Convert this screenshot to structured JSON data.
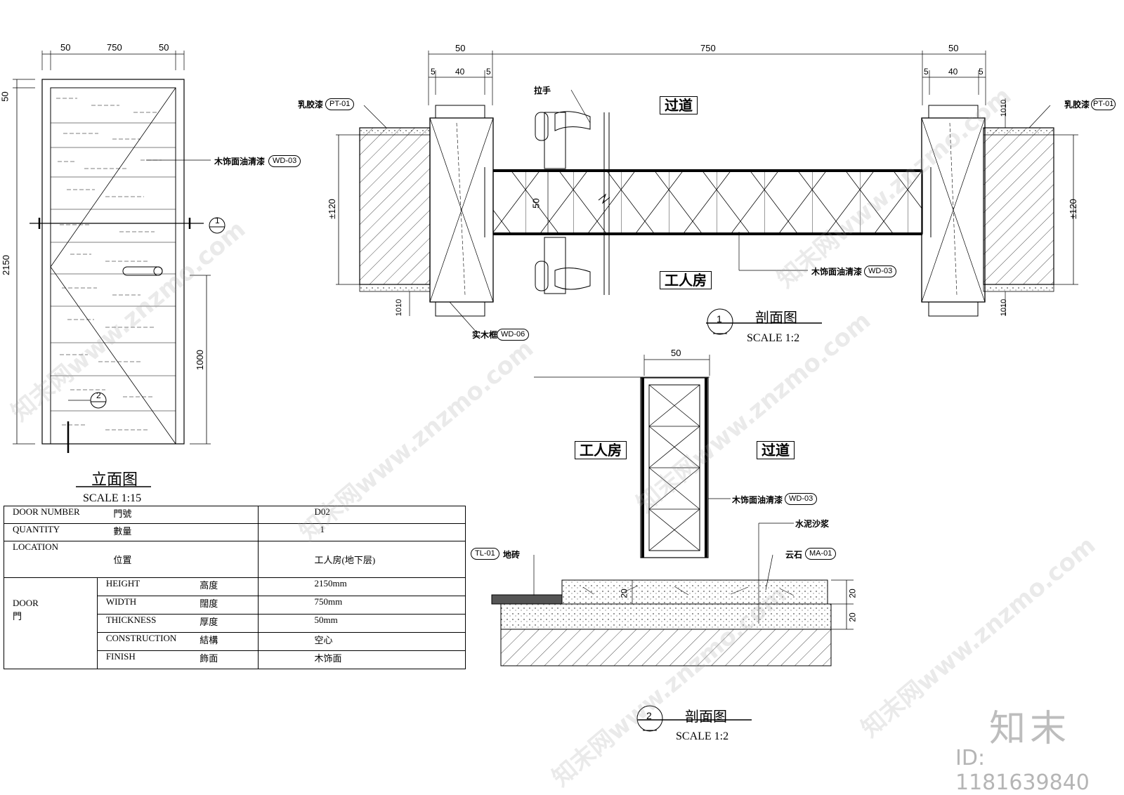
{
  "elevation": {
    "title": "立面图",
    "scale": "SCALE 1:15",
    "dims_top": [
      "50",
      "750",
      "50"
    ],
    "dim_height": "2150",
    "dim_top_small": "50",
    "dim_handle": "1000",
    "finish_label": "木饰面油清漆",
    "finish_code": "WD-03",
    "marker1": "1",
    "marker2": "2"
  },
  "section1": {
    "title": "剖面图",
    "marker": "1",
    "scale": "SCALE 1:2",
    "dims_top": [
      "50",
      "750",
      "50"
    ],
    "dims_sub_left": [
      "5",
      "40",
      "5"
    ],
    "dims_sub_right": [
      "5",
      "40",
      "5"
    ],
    "dim_wall": "±120",
    "dim_leaf": "50",
    "dim_skin": "1010",
    "room_top": "过道",
    "room_bottom": "工人房",
    "handle_label": "拉手",
    "paint_label": "乳胶漆",
    "paint_code": "PT-01",
    "frame_label": "实木框",
    "frame_code": "WD-06",
    "finish_label": "木饰面油清漆",
    "finish_code": "WD-03"
  },
  "section2": {
    "title": "剖面图",
    "marker": "2",
    "scale": "SCALE 1:2",
    "dim_top": "50",
    "dim_20": "20",
    "room_left": "工人房",
    "room_right": "过道",
    "finish_label": "木饰面油清漆",
    "finish_code": "WD-03",
    "mortar_label": "水泥沙浆",
    "stone_label": "云石",
    "stone_code": "MA-01",
    "tile_label": "地砖",
    "tile_code": "TL-01"
  },
  "spec_table": {
    "door_number_en": "DOOR NUMBER",
    "door_number_cn": "門號",
    "door_number_val": "D02",
    "quantity_en": "QUANTITY",
    "quantity_cn": "數量",
    "quantity_val": "1",
    "location_en": "LOCATION",
    "location_cn": "位置",
    "location_val": "工人房(地下层)",
    "door_en": "DOOR",
    "door_cn": "門",
    "rows": [
      {
        "en": "HEIGHT",
        "cn": "高度",
        "val": "2150mm"
      },
      {
        "en": "WIDTH",
        "cn": "闊度",
        "val": "750mm"
      },
      {
        "en": "THICKNESS",
        "cn": "厚度",
        "val": "50mm"
      },
      {
        "en": "CONSTRUCTION",
        "cn": "結構",
        "val": "空心"
      },
      {
        "en": "FINISH",
        "cn": "飾面",
        "val": "木饰面"
      }
    ]
  },
  "watermark": {
    "text": "知末网www.znzmo.com",
    "logo": "知末",
    "id": "ID: 1181639840"
  }
}
